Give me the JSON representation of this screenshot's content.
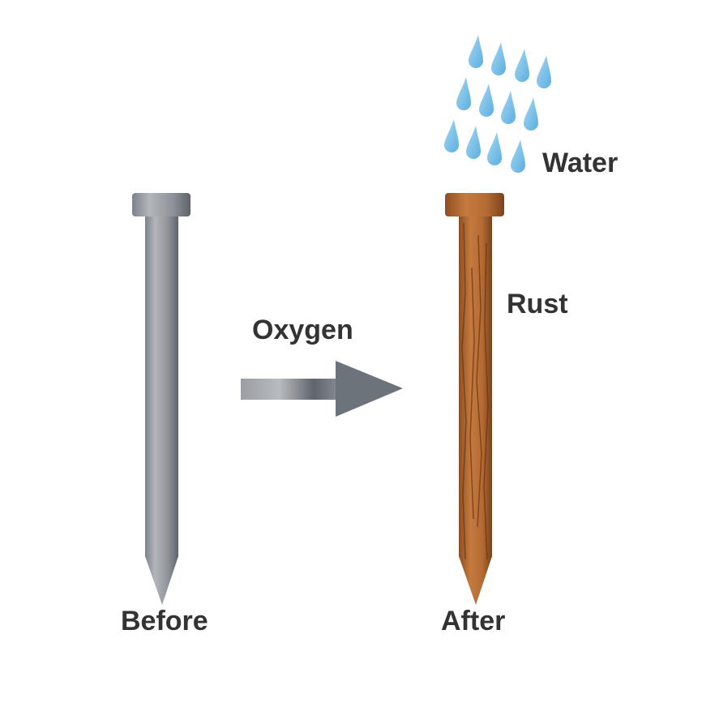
{
  "labels": {
    "water": "Water",
    "rust": "Rust",
    "oxygen": "Oxygen",
    "before": "Before",
    "after": "After"
  },
  "colors": {
    "steel": "#8a8f96",
    "rust": "#b06a32",
    "water": "#7fc0e8",
    "text": "#333336"
  }
}
